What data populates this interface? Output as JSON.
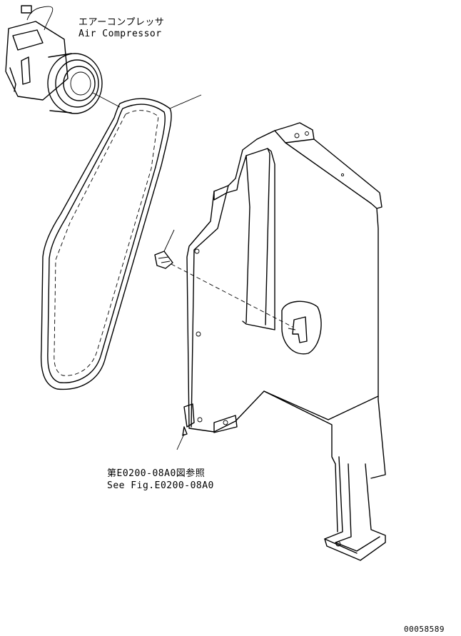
{
  "labels": {
    "compressor_jp": "エアーコンプレッサ",
    "compressor_en": "Air Compressor",
    "ref_jp": "第E0200-08A0図参照",
    "ref_en": "See Fig.E0200-08A0"
  },
  "figure_number": "00058589",
  "icons": [
    "air-compressor-drawing",
    "v-belt-drawing",
    "duct-cover-drawing",
    "clamp-drawing"
  ]
}
